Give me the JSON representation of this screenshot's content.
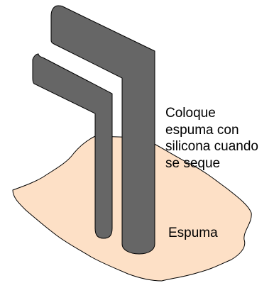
{
  "labels": {
    "instruction": "Coloque\nespuma con\nsilicona cuando\nse seque",
    "foam": "Espuma"
  },
  "icons": {
    "foam_mound": "foam-mound-shape",
    "outer_post": "bent-post-outer",
    "inner_post": "bent-post-inner"
  },
  "colors": {
    "foam_fill": "#fde0c6",
    "post_fill": "#666666",
    "outline": "#000000",
    "text": "#000000"
  }
}
